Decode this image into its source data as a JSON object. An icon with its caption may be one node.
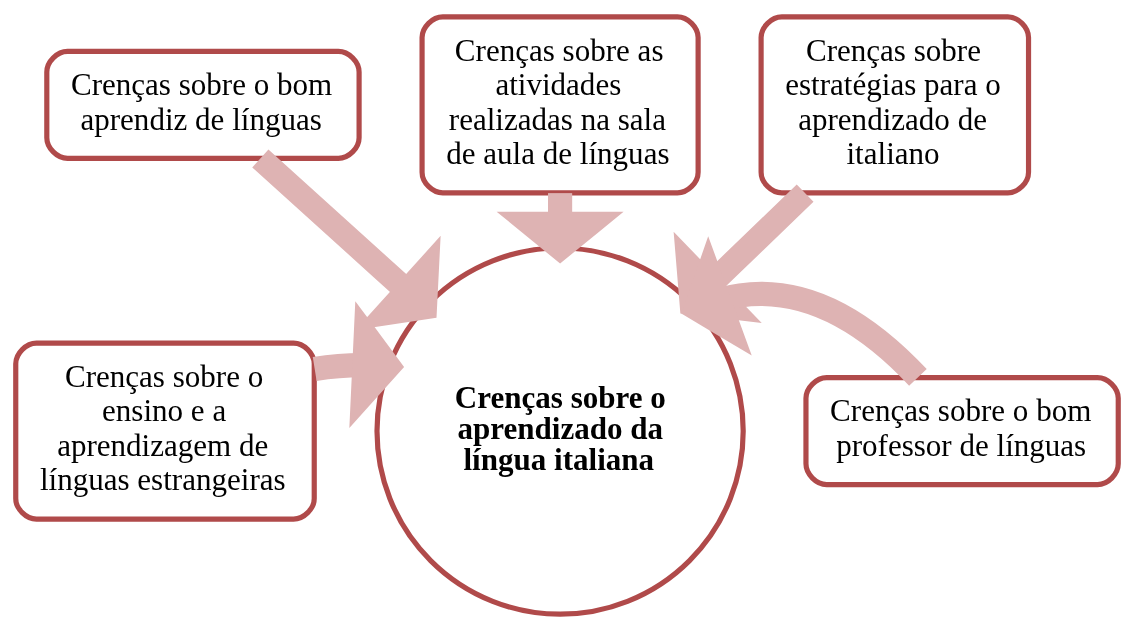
{
  "diagram": {
    "nodes": [
      {
        "text": [
          "Crenças sobre as atividades realizadas na sala de aula de línguas"
        ]
      },
      {
        "text": [
          "Crenças sobre o bom aprendiz de línguas"
        ]
      },
      {
        "text": [
          "Crenças sobre estratégias para o aprendizado de italiano"
        ]
      },
      {
        "text": [
          "Crenças sobre o ensino e a aprendizagem de línguas estrangeiras"
        ]
      },
      {
        "text": [
          "Crenças sobre o bom professor de línguas"
        ]
      },
      {
        "text": [
          "Crenças sobre o aprendizado da língua italiana"
        ]
      }
    ],
    "edges": [
      {
        "from": 0,
        "to": 5,
        "arrow": "to"
      },
      {
        "from": 1,
        "to": 5,
        "arrow": "to"
      },
      {
        "from": 2,
        "to": 5,
        "arrow": "to"
      },
      {
        "from": 3,
        "to": 5,
        "arrow": "to"
      },
      {
        "from": 4,
        "to": 5,
        "arrow": "to"
      }
    ]
  }
}
